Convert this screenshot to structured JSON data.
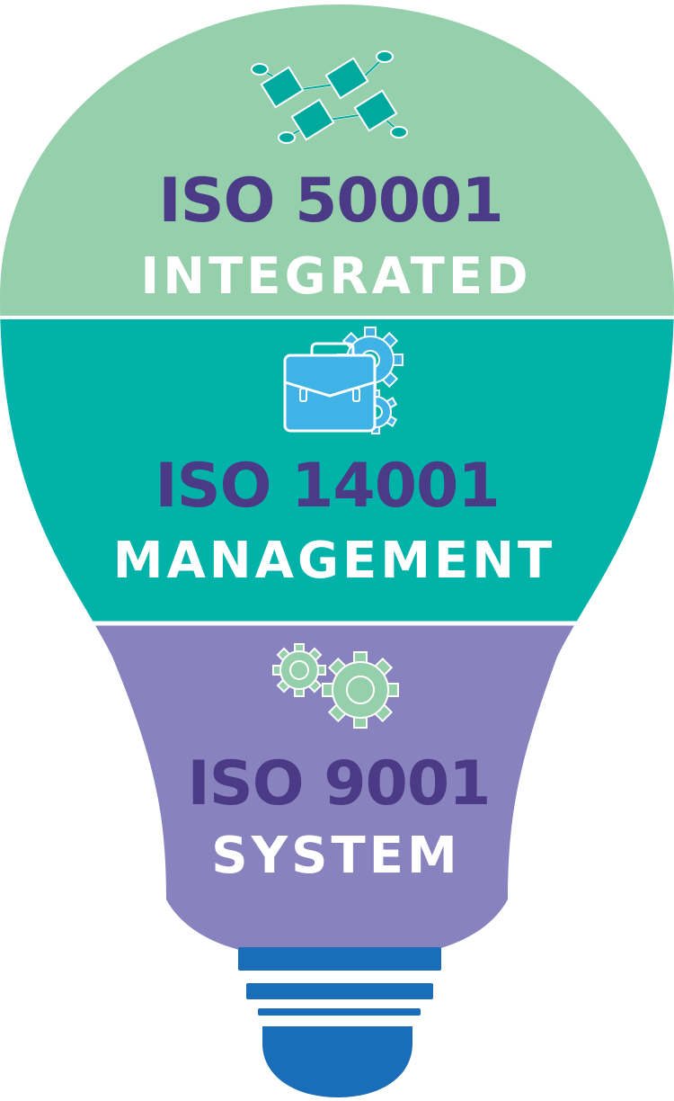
{
  "diagram": {
    "sections": [
      {
        "standard": "ISO 50001",
        "label": "INTEGRATED",
        "icon": "process-flow-icon"
      },
      {
        "standard": "ISO 14001",
        "label": "MANAGEMENT",
        "icon": "briefcase-gears-icon"
      },
      {
        "standard": "ISO 9001",
        "label": "SYSTEM",
        "icon": "gears-icon"
      }
    ],
    "colors": {
      "top": "#95cfab",
      "middle": "#00b2a8",
      "bottom": "#8883bf",
      "standard_text": "#4b3a86",
      "label_text": "#ffffff",
      "base": "#1a6db8",
      "icon_teal": "#00a99d",
      "icon_blue": "#3fb3e5",
      "icon_green": "#95cfab"
    }
  }
}
